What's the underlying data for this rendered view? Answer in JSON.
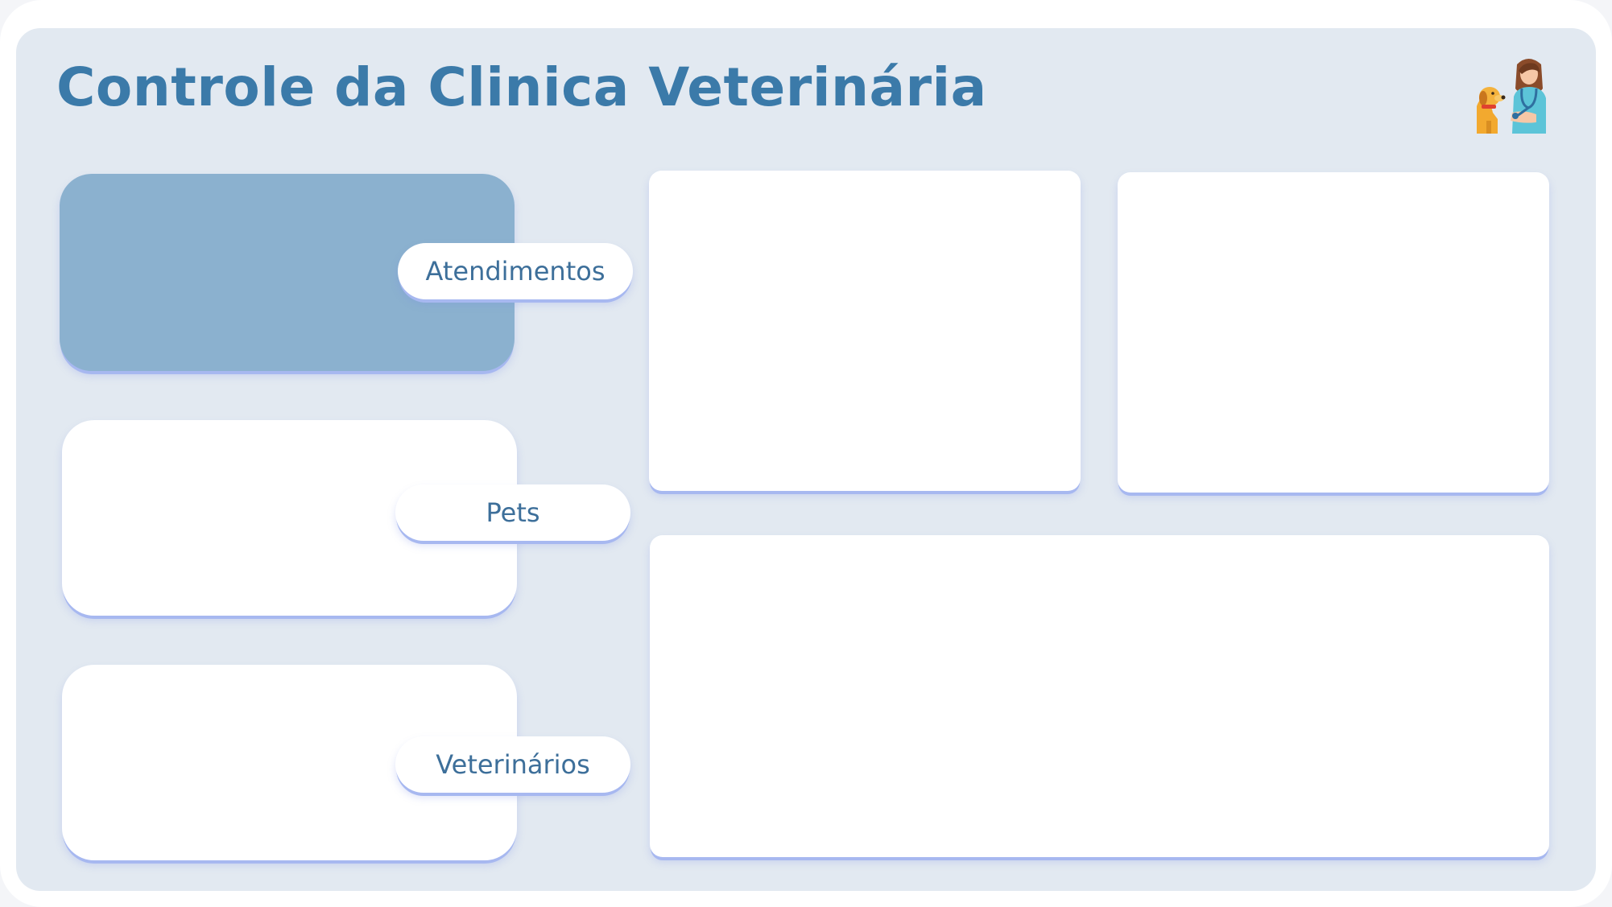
{
  "header": {
    "title": "Controle da Clinica Veterinária",
    "logo_icon": "veterinarian-with-dog-icon"
  },
  "nav": {
    "items": [
      {
        "label": "Atendimentos",
        "active": true
      },
      {
        "label": "Pets",
        "active": false
      },
      {
        "label": "Veterinários",
        "active": false
      }
    ]
  },
  "colors": {
    "title": "#3b7aa9",
    "panel_background": "#e2e9f1",
    "active_card": "#8bb1cf",
    "card_shadow": "#a7b8f0",
    "pill_text": "#3d6f9a"
  }
}
